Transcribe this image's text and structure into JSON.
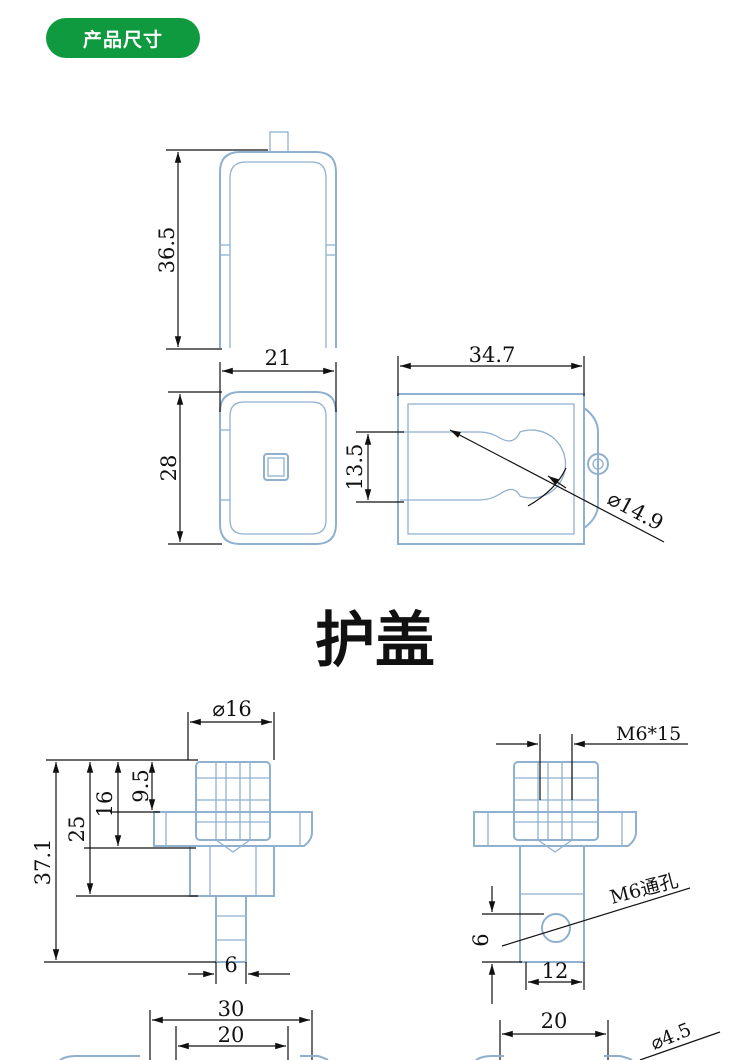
{
  "header": {
    "label": "产品尺寸"
  },
  "section_title": "护盖",
  "dimensions": {
    "cover_front_height": "36.5",
    "cover_top_width": "21",
    "cover_top_height": "28",
    "cover_side_length": "34.7",
    "cover_side_slot": "13.5",
    "cover_side_diameter": "⌀14.9",
    "screw_head_diameter": "⌀16",
    "screw_total_height": "37.1",
    "screw_height_25": "25",
    "screw_height_16": "16",
    "screw_height_9_5": "9.5",
    "screw_pin_width": "6",
    "screw_thread_spec": "M6*15",
    "screw_hole_label": "M6通孔",
    "screw_hole_offset": "6",
    "screw_block_width": "12",
    "base_outer_width": "30",
    "base_inner_width": "20",
    "base_right_width": "20",
    "base_hole_diameter": "⌀4.5"
  },
  "colors": {
    "accent_green": "#0f9a40",
    "part_outline": "#8fb0cf",
    "dimension_line": "#111111"
  }
}
